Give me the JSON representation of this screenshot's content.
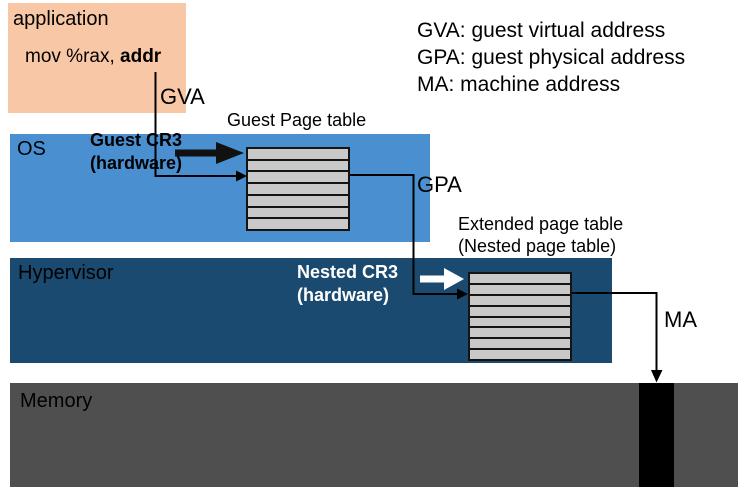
{
  "legend": {
    "lines": [
      "GVA: guest virtual address",
      "GPA: guest physical address",
      "MA: machine address"
    ]
  },
  "application": {
    "label": "application",
    "instruction_prefix": "mov %rax, ",
    "instruction_operand": "addr"
  },
  "os": {
    "label": "OS",
    "register_label": "Guest CR3",
    "register_sublabel": "(hardware)"
  },
  "hypervisor": {
    "label": "Hypervisor",
    "register_label": "Nested CR3",
    "register_sublabel": "(hardware)"
  },
  "memory": {
    "label": "Memory"
  },
  "guest_page_table": {
    "title": "Guest Page table",
    "rows": 7
  },
  "extended_page_table": {
    "title_line1": "Extended page table",
    "title_line2": "(Nested page table)",
    "rows": 8
  },
  "address_labels": {
    "gva": "GVA",
    "gpa": "GPA",
    "ma": "MA"
  },
  "colors": {
    "application_bg": "#F8C7A5",
    "os_bg": "#4A90D0",
    "hypervisor_bg": "#1B4A70",
    "memory_bg": "#4F4F4F",
    "table_cell_bg": "#C9C9C9",
    "ma_target_block": "#000000"
  }
}
